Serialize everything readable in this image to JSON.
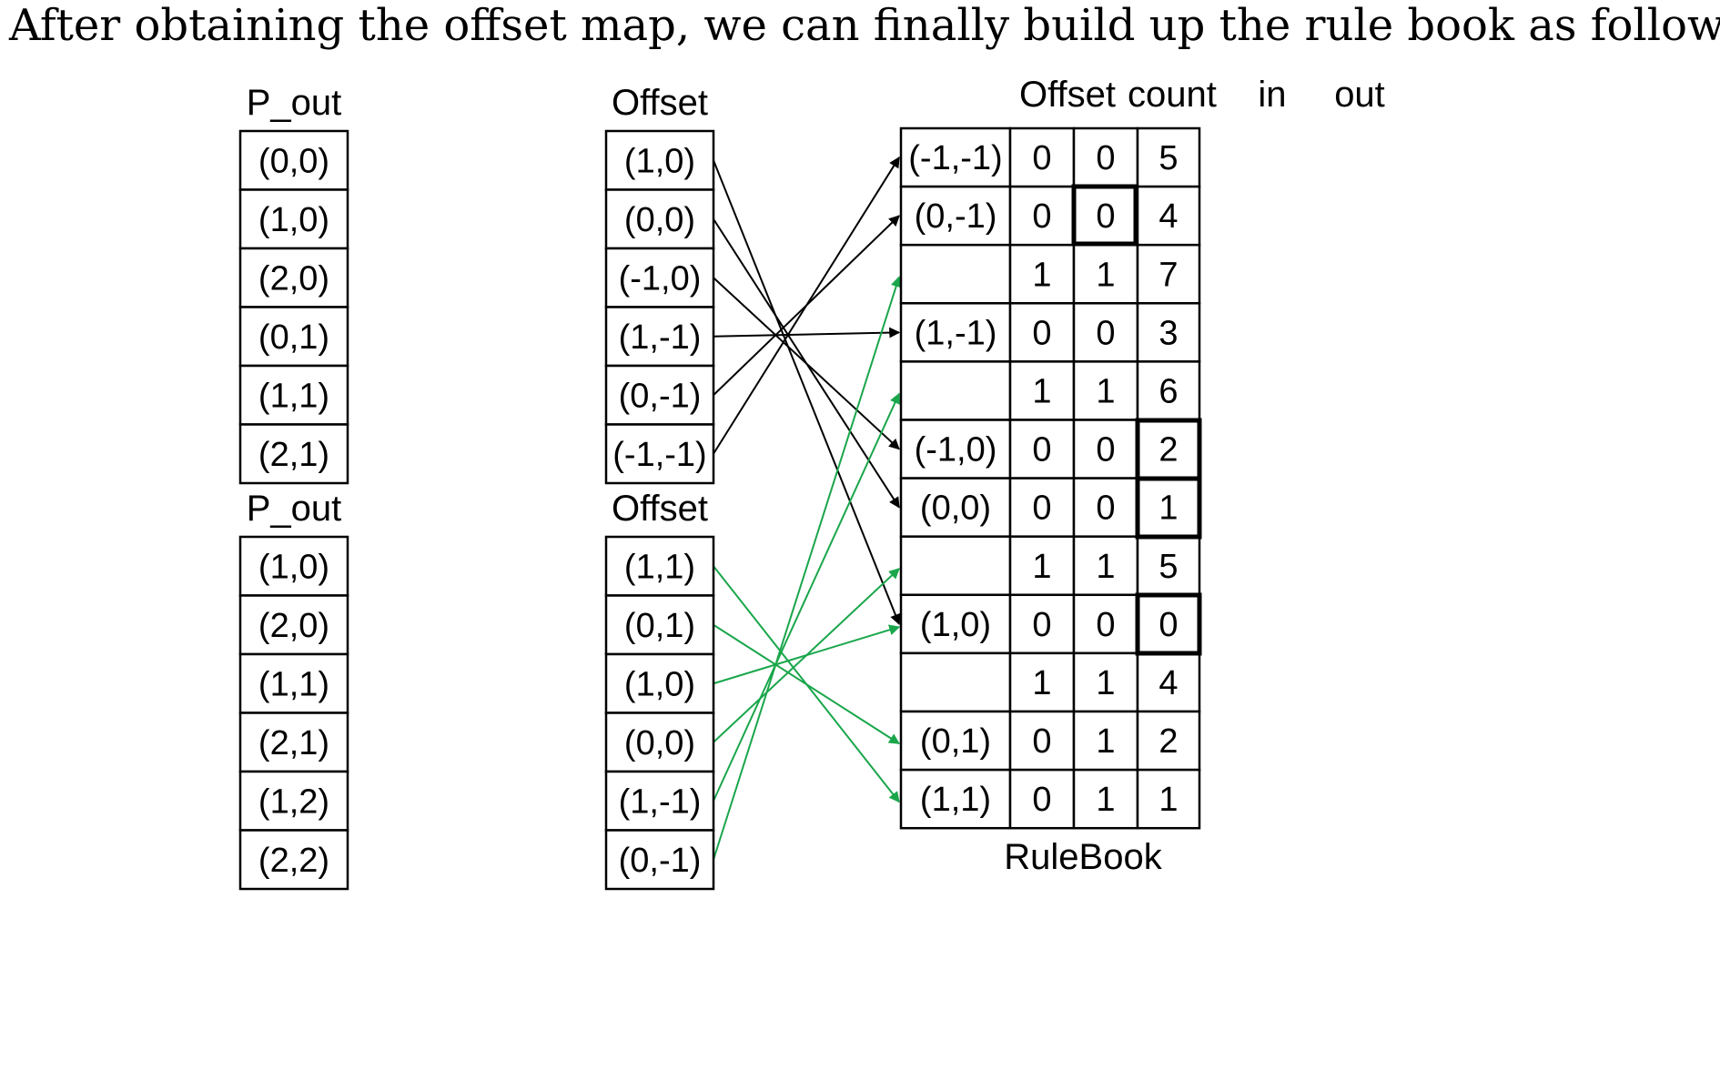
{
  "intro_text": "After obtaining the offset map, we can finally build up the rule book as follow:",
  "colors": {
    "black_arrow": "#000000",
    "green_arrow": "#1aa64b"
  },
  "p_out_top": {
    "header": "P_out",
    "cells": [
      "(0,0)",
      "(1,0)",
      "(2,0)",
      "(0,1)",
      "(1,1)",
      "(2,1)"
    ]
  },
  "p_out_bottom": {
    "header": "P_out",
    "cells": [
      "(1,0)",
      "(2,0)",
      "(1,1)",
      "(2,1)",
      "(1,2)",
      "(2,2)"
    ]
  },
  "offset_top": {
    "header": "Offset",
    "cells": [
      "(1,0)",
      "(0,0)",
      "(-1,0)",
      "(1,-1)",
      "(0,-1)",
      "(-1,-1)"
    ]
  },
  "offset_bottom": {
    "header": "Offset",
    "cells": [
      "(1,1)",
      "(0,1)",
      "(1,0)",
      "(0,0)",
      "(1,-1)",
      "(0,-1)"
    ]
  },
  "rulebook": {
    "headers": {
      "offset": "Offset",
      "count": "count",
      "in": "in",
      "out": "out"
    },
    "rows": [
      {
        "offset": "(-1,-1)",
        "count": "0",
        "in": "0",
        "out": "5"
      },
      {
        "offset": "(0,-1)",
        "count": "0",
        "in": "0",
        "out": "4"
      },
      {
        "offset": "",
        "count": "1",
        "in": "1",
        "out": "7"
      },
      {
        "offset": "(1,-1)",
        "count": "0",
        "in": "0",
        "out": "3"
      },
      {
        "offset": "",
        "count": "1",
        "in": "1",
        "out": "6"
      },
      {
        "offset": "(-1,0)",
        "count": "0",
        "in": "0",
        "out": "2"
      },
      {
        "offset": "(0,0)",
        "count": "0",
        "in": "0",
        "out": "1"
      },
      {
        "offset": "",
        "count": "1",
        "in": "1",
        "out": "5"
      },
      {
        "offset": "(1,0)",
        "count": "0",
        "in": "0",
        "out": "0"
      },
      {
        "offset": "",
        "count": "1",
        "in": "1",
        "out": "4"
      },
      {
        "offset": "(0,1)",
        "count": "0",
        "in": "1",
        "out": "2"
      },
      {
        "offset": "(1,1)",
        "count": "0",
        "in": "1",
        "out": "1"
      }
    ],
    "caption": "RuleBook"
  },
  "connections": [
    {
      "from": "offset_top",
      "from_row": 0,
      "to_row": 8,
      "color": "black"
    },
    {
      "from": "offset_top",
      "from_row": 1,
      "to_row": 6,
      "color": "black"
    },
    {
      "from": "offset_top",
      "from_row": 2,
      "to_row": 5,
      "color": "black"
    },
    {
      "from": "offset_top",
      "from_row": 3,
      "to_row": 3,
      "color": "black"
    },
    {
      "from": "offset_top",
      "from_row": 4,
      "to_row": 1,
      "color": "black"
    },
    {
      "from": "offset_top",
      "from_row": 5,
      "to_row": 0,
      "color": "black"
    },
    {
      "from": "offset_bottom",
      "from_row": 0,
      "to_row": 11,
      "color": "green"
    },
    {
      "from": "offset_bottom",
      "from_row": 1,
      "to_row": 10,
      "color": "green"
    },
    {
      "from": "offset_bottom",
      "from_row": 2,
      "to_row": 8,
      "color": "green"
    },
    {
      "from": "offset_bottom",
      "from_row": 3,
      "to_row": 7,
      "color": "green"
    },
    {
      "from": "offset_bottom",
      "from_row": 4,
      "to_row": 4,
      "color": "green"
    },
    {
      "from": "offset_bottom",
      "from_row": 5,
      "to_row": 2,
      "color": "green"
    }
  ]
}
